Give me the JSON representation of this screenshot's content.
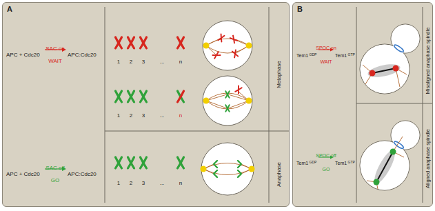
{
  "diagram": {
    "nodes": [
      {
        "text": [
          "A"
        ]
      },
      {
        "text": [
          "B"
        ]
      }
    ],
    "labels": [
      "APC + Cdc20",
      "SAC on",
      "WAIT",
      "APC:Cdc20",
      "1",
      "2",
      "3",
      "...",
      "n",
      "Metaphase",
      "1",
      "2",
      "3",
      "...",
      "n",
      "APC + Cdc20",
      "SAC off",
      "GO",
      "APC:Cdc20",
      "1",
      "2",
      "3",
      "...",
      "n",
      "Anaphase",
      "Tem1",
      "GDP",
      "SPOC on",
      "WAIT",
      "Tem1",
      "GTP",
      "Misaligned anaphase spindle",
      "Tem1",
      "GDP",
      "SPOC off",
      "GO",
      "Tem1",
      "GTP",
      "Aligned anaphase spindle"
    ]
  }
}
